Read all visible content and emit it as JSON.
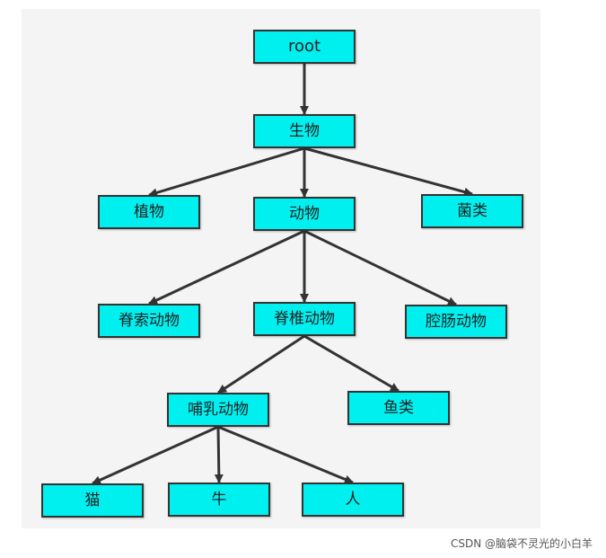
{
  "diagram": {
    "nodes": {
      "root": "root",
      "organism": "生物",
      "plant": "植物",
      "animal": "动物",
      "fungus": "菌类",
      "invertebrate": "脊索动物",
      "vertebrate": "脊椎动物",
      "coelenterate": "腔肠动物",
      "mammal": "哺乳动物",
      "fish": "鱼类",
      "cat": "猫",
      "cow": "牛",
      "human": "人"
    },
    "edges": [
      [
        "root",
        "organism"
      ],
      [
        "organism",
        "plant"
      ],
      [
        "organism",
        "animal"
      ],
      [
        "organism",
        "fungus"
      ],
      [
        "animal",
        "invertebrate"
      ],
      [
        "animal",
        "vertebrate"
      ],
      [
        "animal",
        "coelenterate"
      ],
      [
        "vertebrate",
        "mammal"
      ],
      [
        "vertebrate",
        "fish"
      ],
      [
        "mammal",
        "cat"
      ],
      [
        "mammal",
        "cow"
      ],
      [
        "mammal",
        "human"
      ]
    ],
    "node_color": "#00f0f0",
    "border_color": "#333333",
    "background_color": "#f4f4f4"
  },
  "watermark": "CSDN @脑袋不灵光的小白羊"
}
